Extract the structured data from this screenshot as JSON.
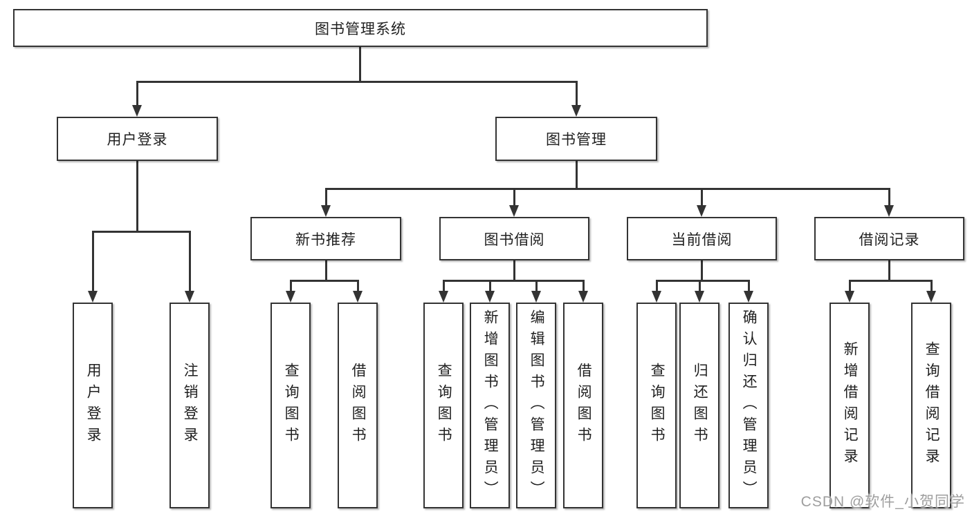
{
  "diagram_title": "图书管理系统",
  "nodes": {
    "level1": {
      "label": "图书管理系统"
    },
    "level2": [
      {
        "label": "用户登录",
        "parent": "图书管理系统"
      },
      {
        "label": "图书管理",
        "parent": "图书管理系统"
      }
    ],
    "level3": [
      {
        "label": "新书推荐",
        "parent": "图书管理"
      },
      {
        "label": "图书借阅",
        "parent": "图书管理"
      },
      {
        "label": "当前借阅",
        "parent": "图书管理"
      },
      {
        "label": "借阅记录",
        "parent": "图书管理"
      }
    ],
    "level4": [
      {
        "label": "用户登录",
        "parent": "用户登录"
      },
      {
        "label": "注销登录",
        "parent": "用户登录"
      },
      {
        "label": "查询图书",
        "parent": "新书推荐"
      },
      {
        "label": "借阅图书",
        "parent": "新书推荐"
      },
      {
        "label": "查询图书",
        "parent": "图书借阅"
      },
      {
        "label": "新增图书（管理员）",
        "parent": "图书借阅"
      },
      {
        "label": "编辑图书（管理员）",
        "parent": "图书借阅"
      },
      {
        "label": "借阅图书",
        "parent": "图书借阅"
      },
      {
        "label": "查询图书",
        "parent": "当前借阅"
      },
      {
        "label": "归还图书",
        "parent": "当前借阅"
      },
      {
        "label": "确认归还（管理员）",
        "parent": "当前借阅"
      },
      {
        "label": "新增借阅记录",
        "parent": "借阅记录"
      },
      {
        "label": "查询借阅记录",
        "parent": "借阅记录"
      }
    ]
  },
  "watermark": "CSDN @软件_小贺同学",
  "colors": {
    "line": "#333333",
    "text": "#1f1f1f",
    "background": "#ffffff",
    "watermark": "#9e9e9e"
  }
}
